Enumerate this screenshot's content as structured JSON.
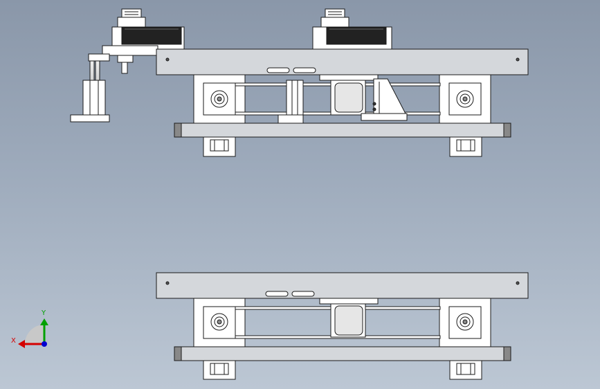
{
  "view": {
    "background_top": "#8a97a9",
    "background_bottom": "#bcc7d4",
    "part_fill": "#ffffff",
    "plate_fill": "#d4d7db",
    "edge_color": "#1a1a1a",
    "motor_fill": "#222222"
  },
  "triad": {
    "x_label": "X",
    "y_label": "Y",
    "x_color": "#d40000",
    "y_color": "#00a000",
    "z_color": "#0000d0"
  },
  "assemblies": [
    {
      "name": "upper-assembly",
      "has_motors": true,
      "has_side_arm": true
    },
    {
      "name": "lower-assembly",
      "has_motors": false,
      "has_side_arm": false
    }
  ]
}
